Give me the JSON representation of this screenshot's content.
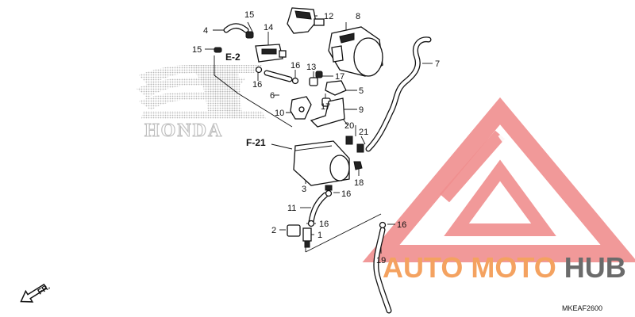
{
  "diagram": {
    "code": "MKEAF2600",
    "refs": {
      "e2": "E-2",
      "f21": "F-21"
    },
    "front_label": "FR.",
    "background_logo": "HONDA",
    "watermark": {
      "auto": "AUTO",
      "moto": "MOTO",
      "hub": "HUB",
      "colors": {
        "triangle": "#f08e8e",
        "auto_moto": "#f4a260",
        "hub": "#6b6b6b"
      }
    },
    "callouts": [
      {
        "id": "c1",
        "text": "1"
      },
      {
        "id": "c2",
        "text": "2"
      },
      {
        "id": "c3",
        "text": "3"
      },
      {
        "id": "c4",
        "text": "4"
      },
      {
        "id": "c5",
        "text": "5"
      },
      {
        "id": "c6",
        "text": "6"
      },
      {
        "id": "c7",
        "text": "7"
      },
      {
        "id": "c8",
        "text": "8"
      },
      {
        "id": "c9",
        "text": "9"
      },
      {
        "id": "c10",
        "text": "10"
      },
      {
        "id": "c11",
        "text": "11"
      },
      {
        "id": "c12",
        "text": "12"
      },
      {
        "id": "c13",
        "text": "13"
      },
      {
        "id": "c14",
        "text": "14"
      },
      {
        "id": "c15a",
        "text": "15"
      },
      {
        "id": "c15b",
        "text": "15"
      },
      {
        "id": "c16a",
        "text": "16"
      },
      {
        "id": "c16b",
        "text": "16"
      },
      {
        "id": "c16c",
        "text": "16"
      },
      {
        "id": "c16d",
        "text": "16"
      },
      {
        "id": "c16e",
        "text": "16"
      },
      {
        "id": "c17a",
        "text": "17"
      },
      {
        "id": "c17b",
        "text": "17"
      },
      {
        "id": "c18",
        "text": "18"
      },
      {
        "id": "c19",
        "text": "19"
      },
      {
        "id": "c20",
        "text": "20"
      },
      {
        "id": "c21",
        "text": "21"
      }
    ]
  }
}
